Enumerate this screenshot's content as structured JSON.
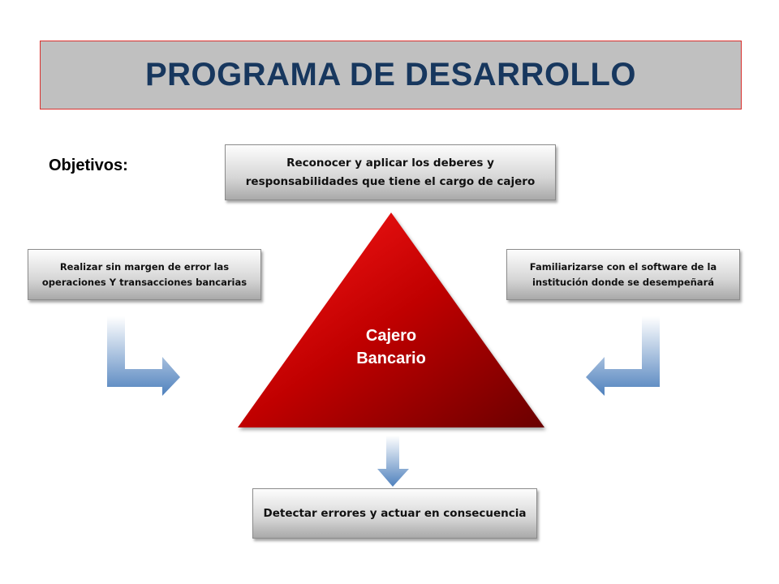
{
  "title": "PROGRAMA DE DESARROLLO",
  "objectives_label": "Objetivos:",
  "center": {
    "line1": "Cajero",
    "line2": "Bancario"
  },
  "boxes": {
    "top": {
      "line1": "Reconocer y aplicar los deberes y",
      "line2": "responsabilidades que tiene el cargo de cajero"
    },
    "left": {
      "line1": "Realizar sin margen de error las",
      "line2": "operaciones Y transacciones bancarias"
    },
    "right": {
      "line1": "Familiarizarse con el software de la",
      "line2": "institución donde se desempeñará"
    },
    "bottom": {
      "line1": "Detectar errores y actuar en consecuencia"
    }
  },
  "colors": {
    "title": "#17375e",
    "triangle": "#c00000",
    "arrow": "#4f81bd"
  }
}
